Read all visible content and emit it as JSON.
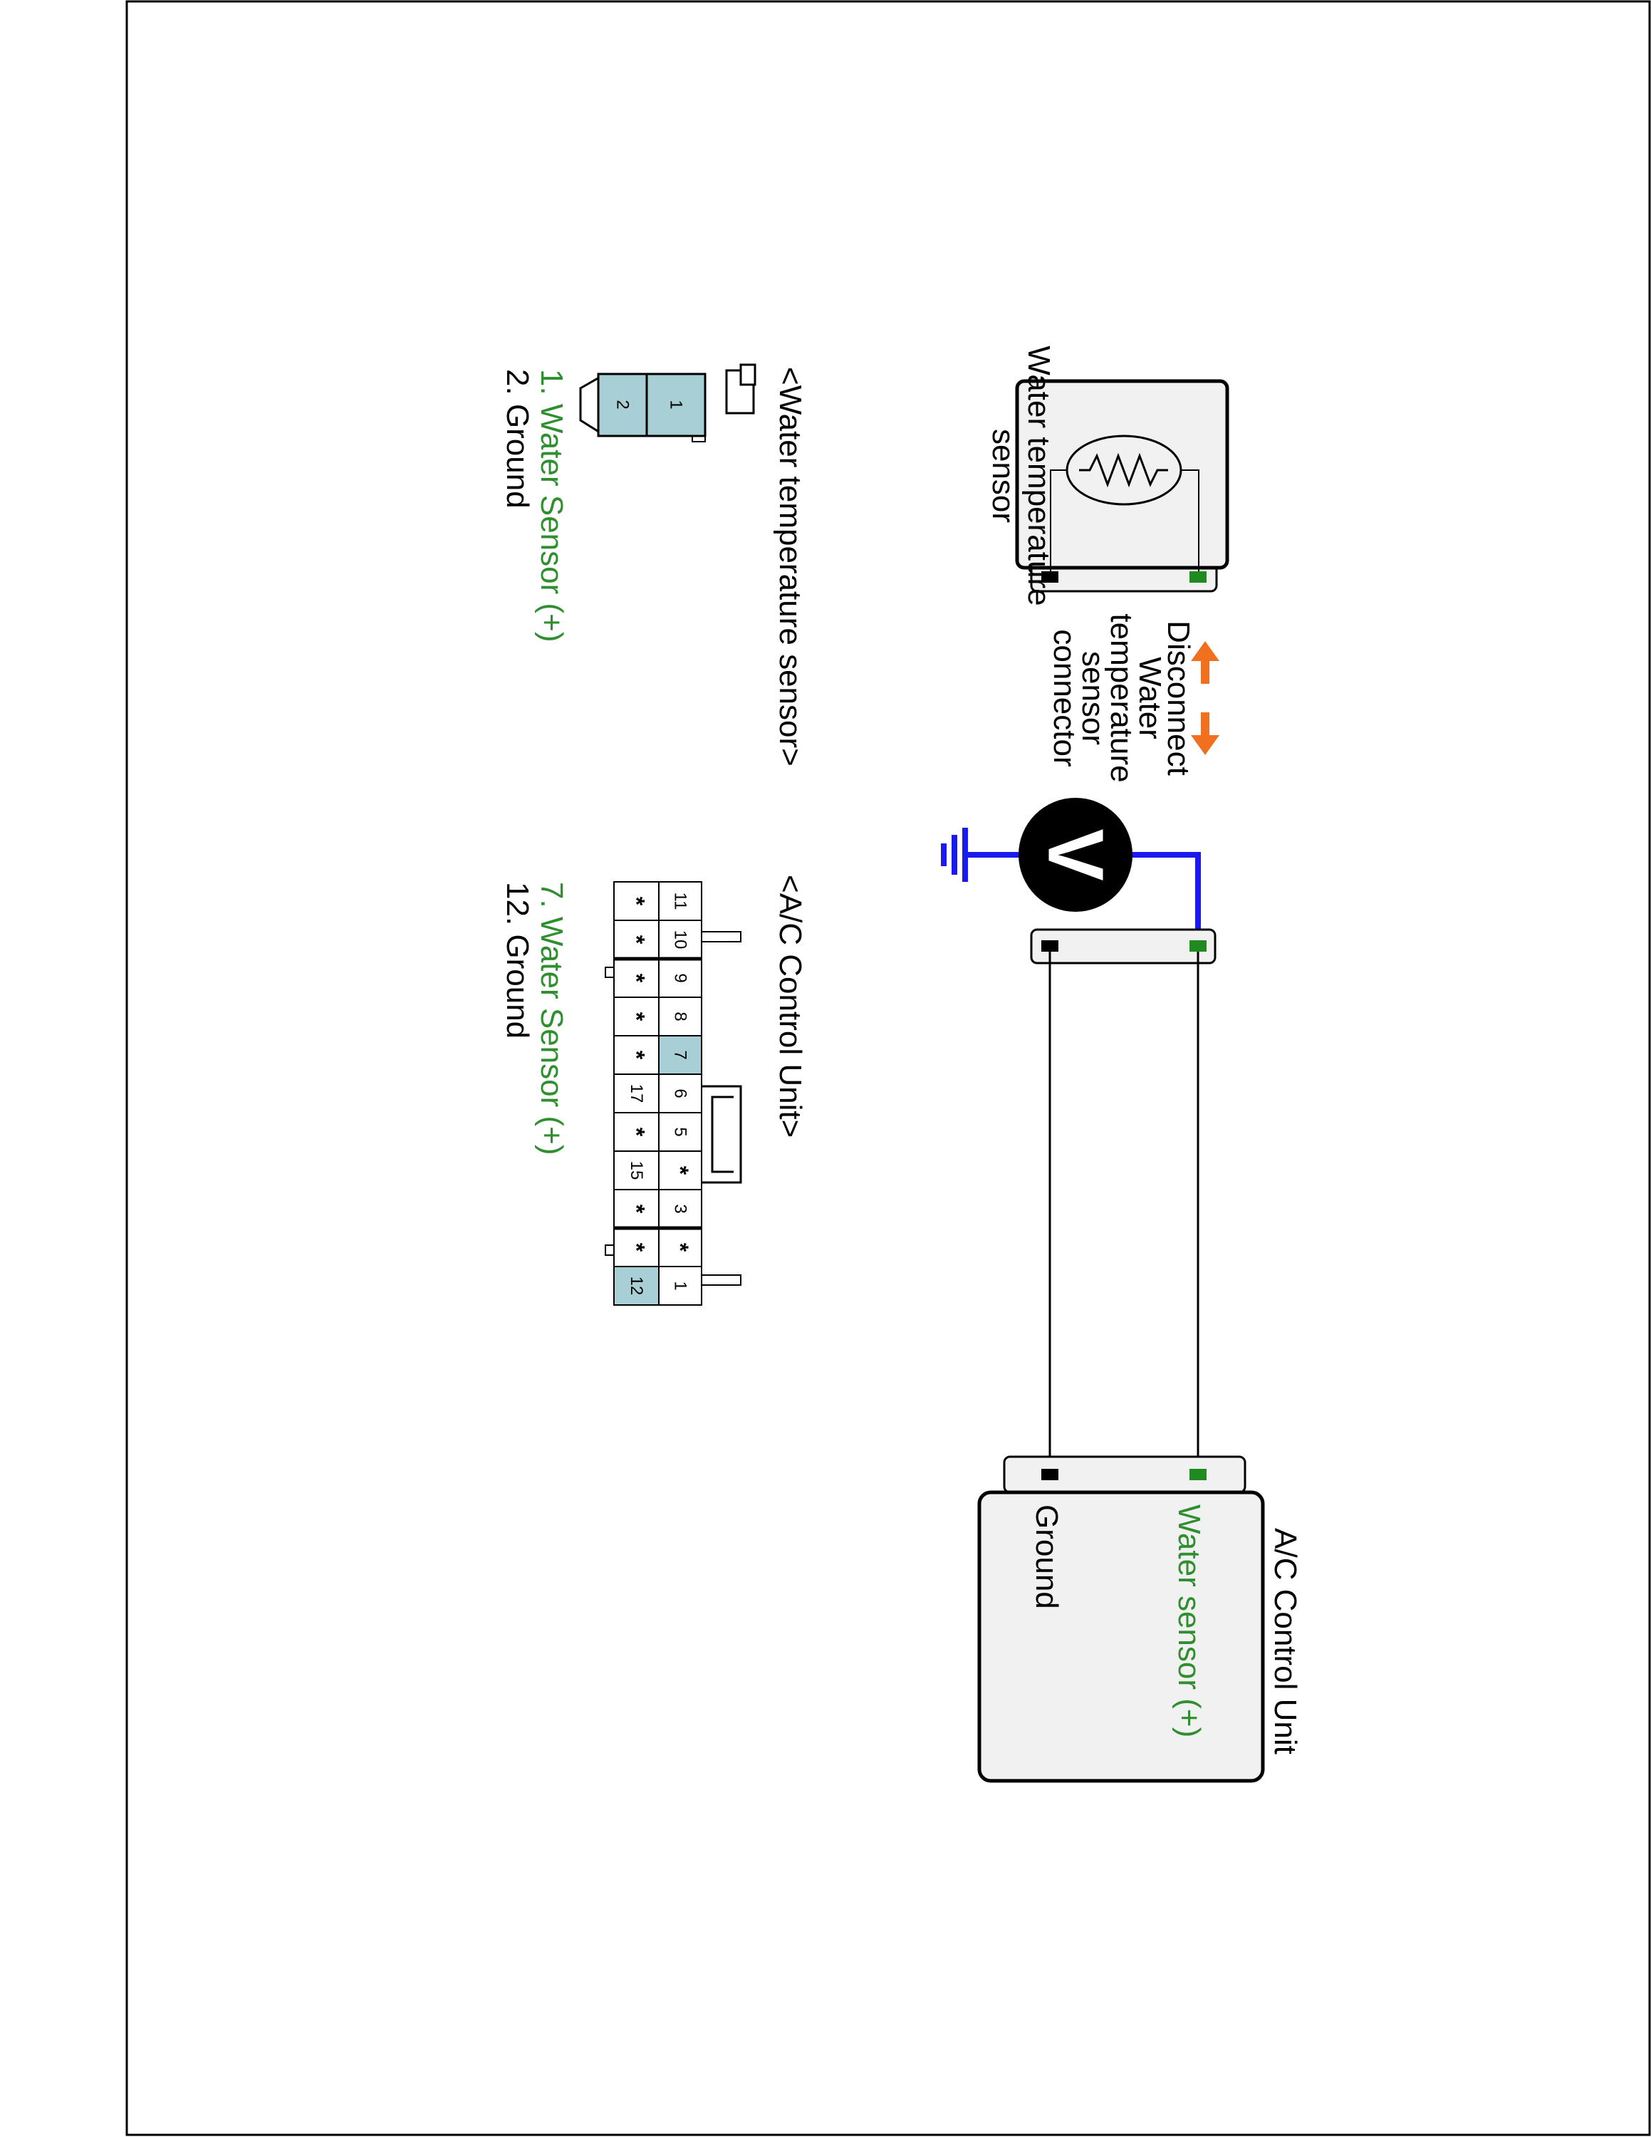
{
  "colors": {
    "signal_green": "#2f8f2f",
    "terminal_green": "#1f8a1f",
    "meter_lead_blue": "#1a1aee",
    "disconnect_arrow_orange": "#f07020",
    "highlight_pin": "#a9cfd6",
    "box_fill": "#f1f1f1",
    "text_black": "#000000"
  },
  "sensor": {
    "label_line1": "Water temperature",
    "label_line2": "sensor",
    "icon": "resistor-icon"
  },
  "disconnect_note": {
    "lines": [
      "Disconnect",
      "Water",
      "temperature",
      "sensor",
      "connector"
    ],
    "icon": "double-arrow-icon"
  },
  "voltmeter": {
    "symbol": "V",
    "ground_icon": "ground-icon"
  },
  "control_unit": {
    "title": "A/C Control Unit",
    "terminal_signal": "Water sensor (+)",
    "terminal_ground": "Ground"
  },
  "sensor_connector": {
    "title": "<Water temperature sensor>",
    "pins": [
      "1",
      "2"
    ],
    "highlighted_pins": [
      "1",
      "2"
    ],
    "legend": [
      {
        "text": "1. Water Sensor (+)",
        "color": "#2f8f2f"
      },
      {
        "text": "2. Ground",
        "color": "#000000"
      }
    ]
  },
  "acu_connector": {
    "title": "<A/C Control Unit>",
    "row_top": [
      "11",
      "10",
      "9",
      "8",
      "7",
      "6",
      "5",
      "*",
      "3",
      "*",
      "1"
    ],
    "row_bottom": [
      "*",
      "*",
      "*",
      "*",
      "*",
      "17",
      "*",
      "15",
      "*",
      "*",
      "12"
    ],
    "highlighted_pins": [
      "7",
      "12"
    ],
    "legend": [
      {
        "text": "7. Water Sensor (+)",
        "color": "#2f8f2f"
      },
      {
        "text": "12. Ground",
        "color": "#000000"
      }
    ]
  }
}
